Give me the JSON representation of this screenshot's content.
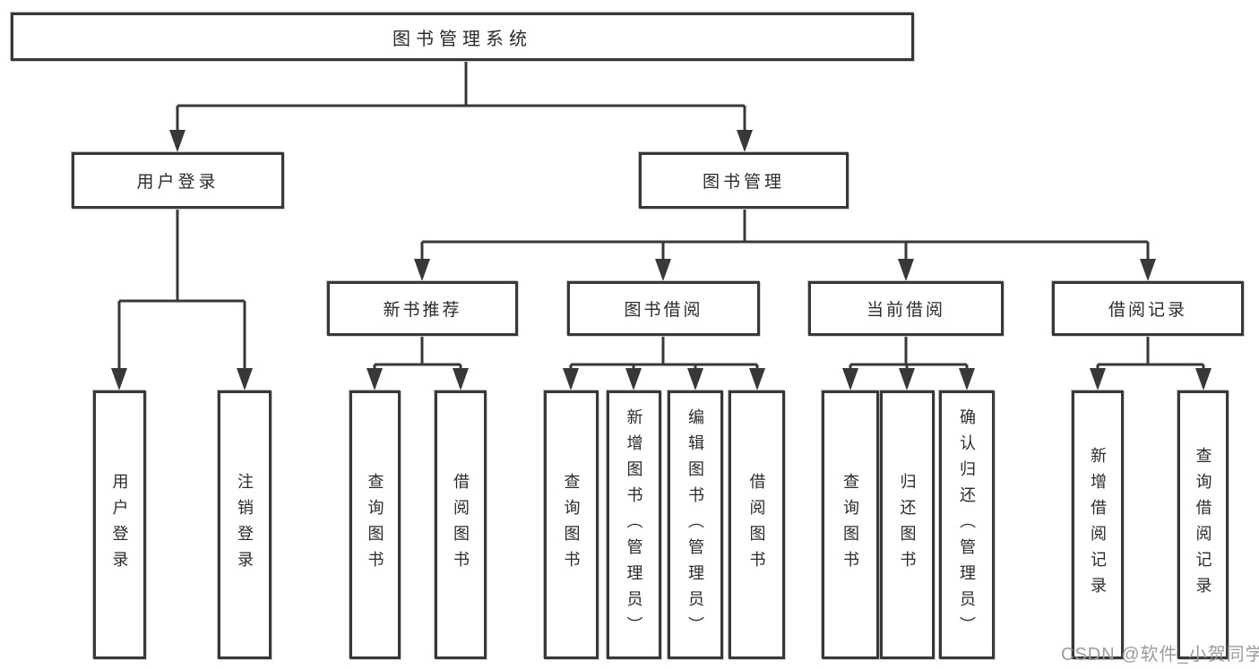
{
  "diagram": {
    "type": "hierarchy-tree",
    "orientation": "top-down",
    "colors": {
      "line": "#383838",
      "box_border": "#383838",
      "box_fill": "#ffffff",
      "text": "#2b2b2b",
      "watermark": "#9c9c9c",
      "background": "#ffffff"
    }
  },
  "tree": {
    "label": "图书管理系统",
    "children": [
      {
        "label": "用户登录",
        "children": [
          {
            "label": "用户登录"
          },
          {
            "label": "注销登录"
          }
        ]
      },
      {
        "label": "图书管理",
        "children": [
          {
            "label": "新书推荐",
            "children": [
              {
                "label": "查询图书"
              },
              {
                "label": "借阅图书"
              }
            ]
          },
          {
            "label": "图书借阅",
            "children": [
              {
                "label": "查询图书"
              },
              {
                "label": "新增图书（管理员）"
              },
              {
                "label": "编辑图书（管理员）"
              },
              {
                "label": "借阅图书"
              }
            ]
          },
          {
            "label": "当前借阅",
            "children": [
              {
                "label": "查询图书"
              },
              {
                "label": "归还图书"
              },
              {
                "label": "确认归还（管理员）"
              }
            ]
          },
          {
            "label": "借阅记录",
            "children": [
              {
                "label": "新增借阅记录"
              },
              {
                "label": "查询借阅记录"
              }
            ]
          }
        ]
      }
    ]
  },
  "watermark": {
    "text": "CSDN @软件_小贺同学"
  }
}
